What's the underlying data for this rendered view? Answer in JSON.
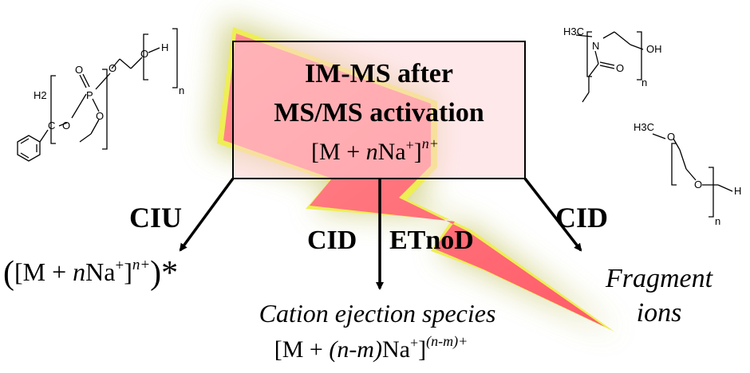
{
  "center_box": {
    "line1": "IM-MS after",
    "line2": "MS/MS activation",
    "formula_prefix": "[M + ",
    "formula_n": "n",
    "formula_na": "Na",
    "formula_plus": "+",
    "formula_bracket": "]",
    "formula_charge": "n+"
  },
  "arrows": {
    "left_label": "CIU",
    "middle_label_1": "CID",
    "middle_label_2": "ETnoD",
    "right_label": "CID"
  },
  "outcomes": {
    "left": {
      "open_paren": "(",
      "prefix": "[M + ",
      "n": "n",
      "na": "Na",
      "plus": "+",
      "bracket": "]",
      "charge": "n+",
      "close": ")*"
    },
    "middle": {
      "line1": "Cation ejection species",
      "prefix": "[M + ",
      "nm": "(n-m)",
      "na": "Na",
      "plus": "+",
      "bracket": "]",
      "charge": "(n-m)+"
    },
    "right": {
      "line1": "Fragment",
      "line2": "ions"
    }
  },
  "structures": {
    "top_left": {
      "h2": "H2",
      "c": "C",
      "o": "O",
      "p": "P",
      "n": "n",
      "h": "H"
    },
    "top_right": {
      "h3c": "H3C",
      "n_atom": "N",
      "oh": "OH",
      "o": "O",
      "n": "n"
    },
    "bottom_right": {
      "h3c": "H3C",
      "o": "O",
      "h": "H",
      "n": "n"
    }
  },
  "colors": {
    "bolt_fill": "#ff6f78",
    "bolt_edge": "#e8e85a",
    "glow": "#c9c97a",
    "box_fill": "#ffd6d9",
    "ink": "#000000"
  }
}
